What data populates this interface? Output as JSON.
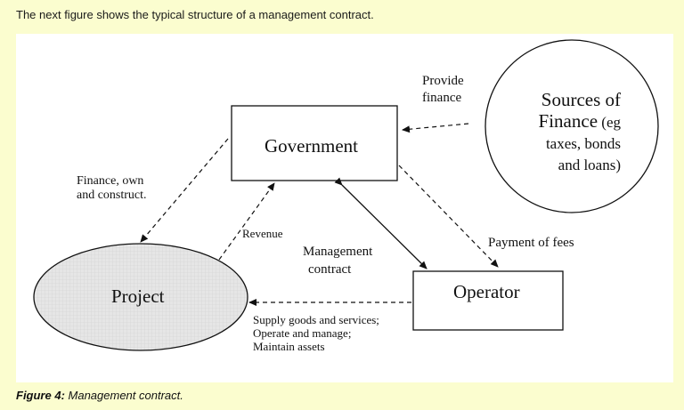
{
  "intro_text": "The next figure shows the typical structure of a management contract.",
  "nodes": {
    "government": "Government",
    "operator": "Operator",
    "project": "Project",
    "sources_line1": "Sources of",
    "sources_line2": "Finance",
    "sources_line2_suffix": " (eg",
    "sources_line3": "taxes, bonds",
    "sources_line4": "and loans)"
  },
  "edges": {
    "provide_finance_1": "Provide",
    "provide_finance_2": "finance",
    "finance_own_1": "Finance, own",
    "finance_own_2": "and construct.",
    "revenue": "Revenue",
    "management_1": "Management",
    "management_2": "contract",
    "payment": "Payment of fees",
    "supply_1": "Supply goods and services;",
    "supply_2": "Operate and manage;",
    "supply_3": "Maintain assets"
  },
  "caption": {
    "label": "Figure 4:",
    "text": " Management contract."
  },
  "colors": {
    "page_background": "#fbfdcf",
    "figure_background": "#ffffff",
    "project_fill": "#e4e4e4",
    "stroke": "#111111"
  }
}
